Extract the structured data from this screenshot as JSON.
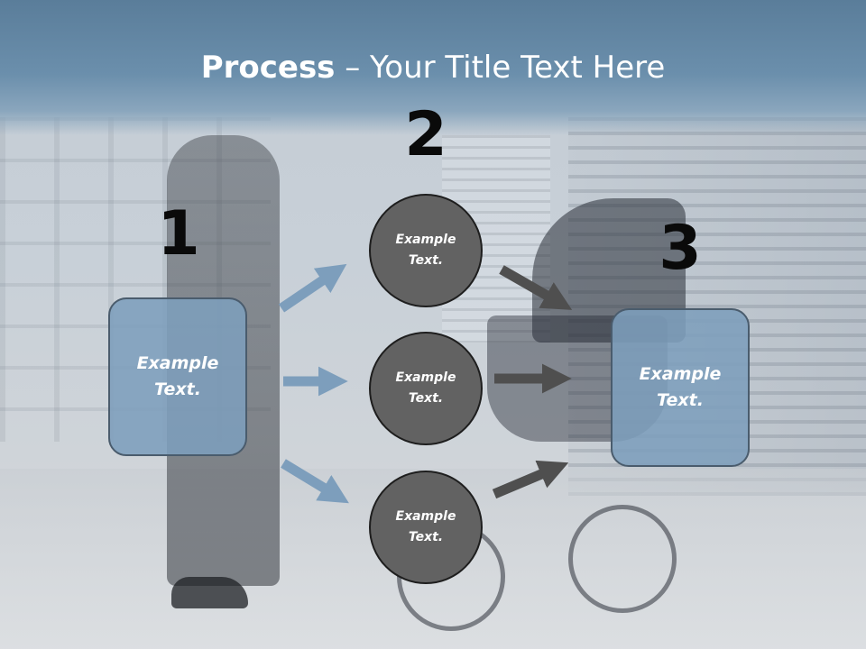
{
  "slide": {
    "title_bold": "Process",
    "title_rest": " – Your Title Text Here",
    "steps": {
      "one": "1",
      "two": "2",
      "three": "3"
    },
    "left_box": "Example\nText.",
    "right_box": "Example\nText.",
    "circles": {
      "top": "Example\nText.",
      "middle": "Example\nText.",
      "bottom": "Example\nText."
    }
  },
  "colors": {
    "header": "#6b8fac",
    "box_fill": "#7d9ebc",
    "circle_fill": "#626262",
    "arrow_light": "#7d9ebc",
    "arrow_dark": "#4f4f4f"
  }
}
